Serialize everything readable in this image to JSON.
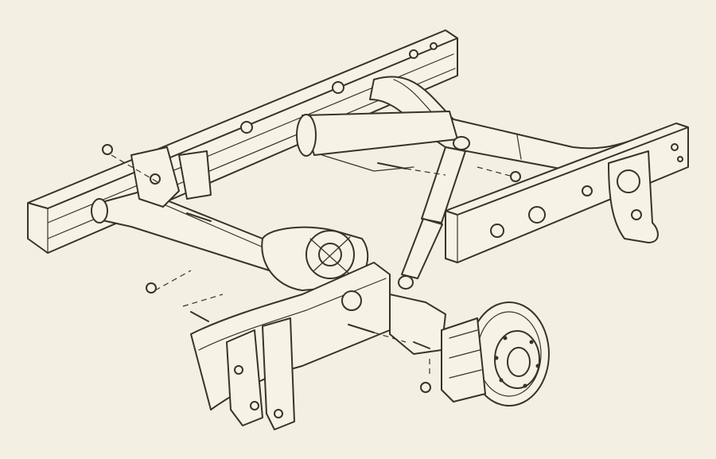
{
  "diagram": {
    "background_color": "#f3efe3",
    "line_color": "#3a3327",
    "parts": [
      "frame-side-rail-left",
      "frame-side-rail-right",
      "frame-crossmember",
      "frame-front-crossmember",
      "rear-axle-housing",
      "differential",
      "shock-absorber",
      "brake-rotor",
      "brake-caliper",
      "wheel-hub",
      "spring-hanger-front",
      "spring-hanger-rear",
      "mounting-bolts",
      "mounting-nuts"
    ]
  }
}
